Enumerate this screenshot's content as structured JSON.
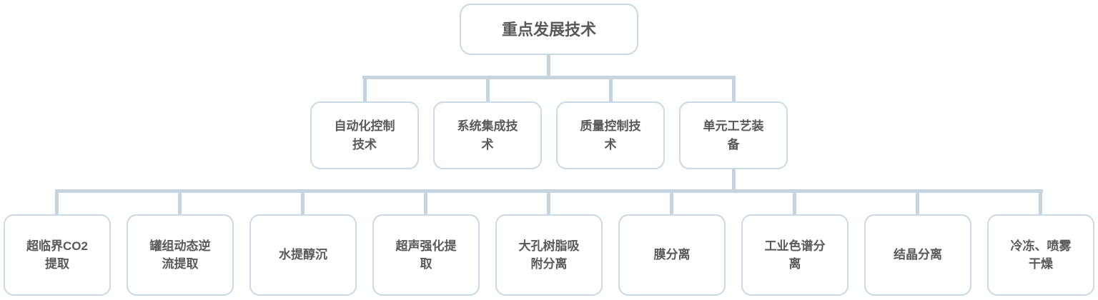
{
  "tree": {
    "root": {
      "label": "重点发展技术"
    },
    "level2": [
      {
        "label": "自动化控制技术"
      },
      {
        "label": "系统集成技术"
      },
      {
        "label": "质量控制技术"
      },
      {
        "label": "单元工艺装备"
      }
    ],
    "level3": [
      {
        "label": "超临界CO2提取"
      },
      {
        "label": "罐组动态逆流提取"
      },
      {
        "label": "水提醇沉"
      },
      {
        "label": "超声强化提取"
      },
      {
        "label": "大孔树脂吸附分离"
      },
      {
        "label": "膜分离"
      },
      {
        "label": "工业色谱分离"
      },
      {
        "label": "结晶分离"
      },
      {
        "label": "冷冻、喷雾干燥"
      }
    ],
    "colors": {
      "connector": "#c4d5e1",
      "node_border": "#c9dae5",
      "text": "#595959",
      "background": "#ffffff"
    }
  }
}
